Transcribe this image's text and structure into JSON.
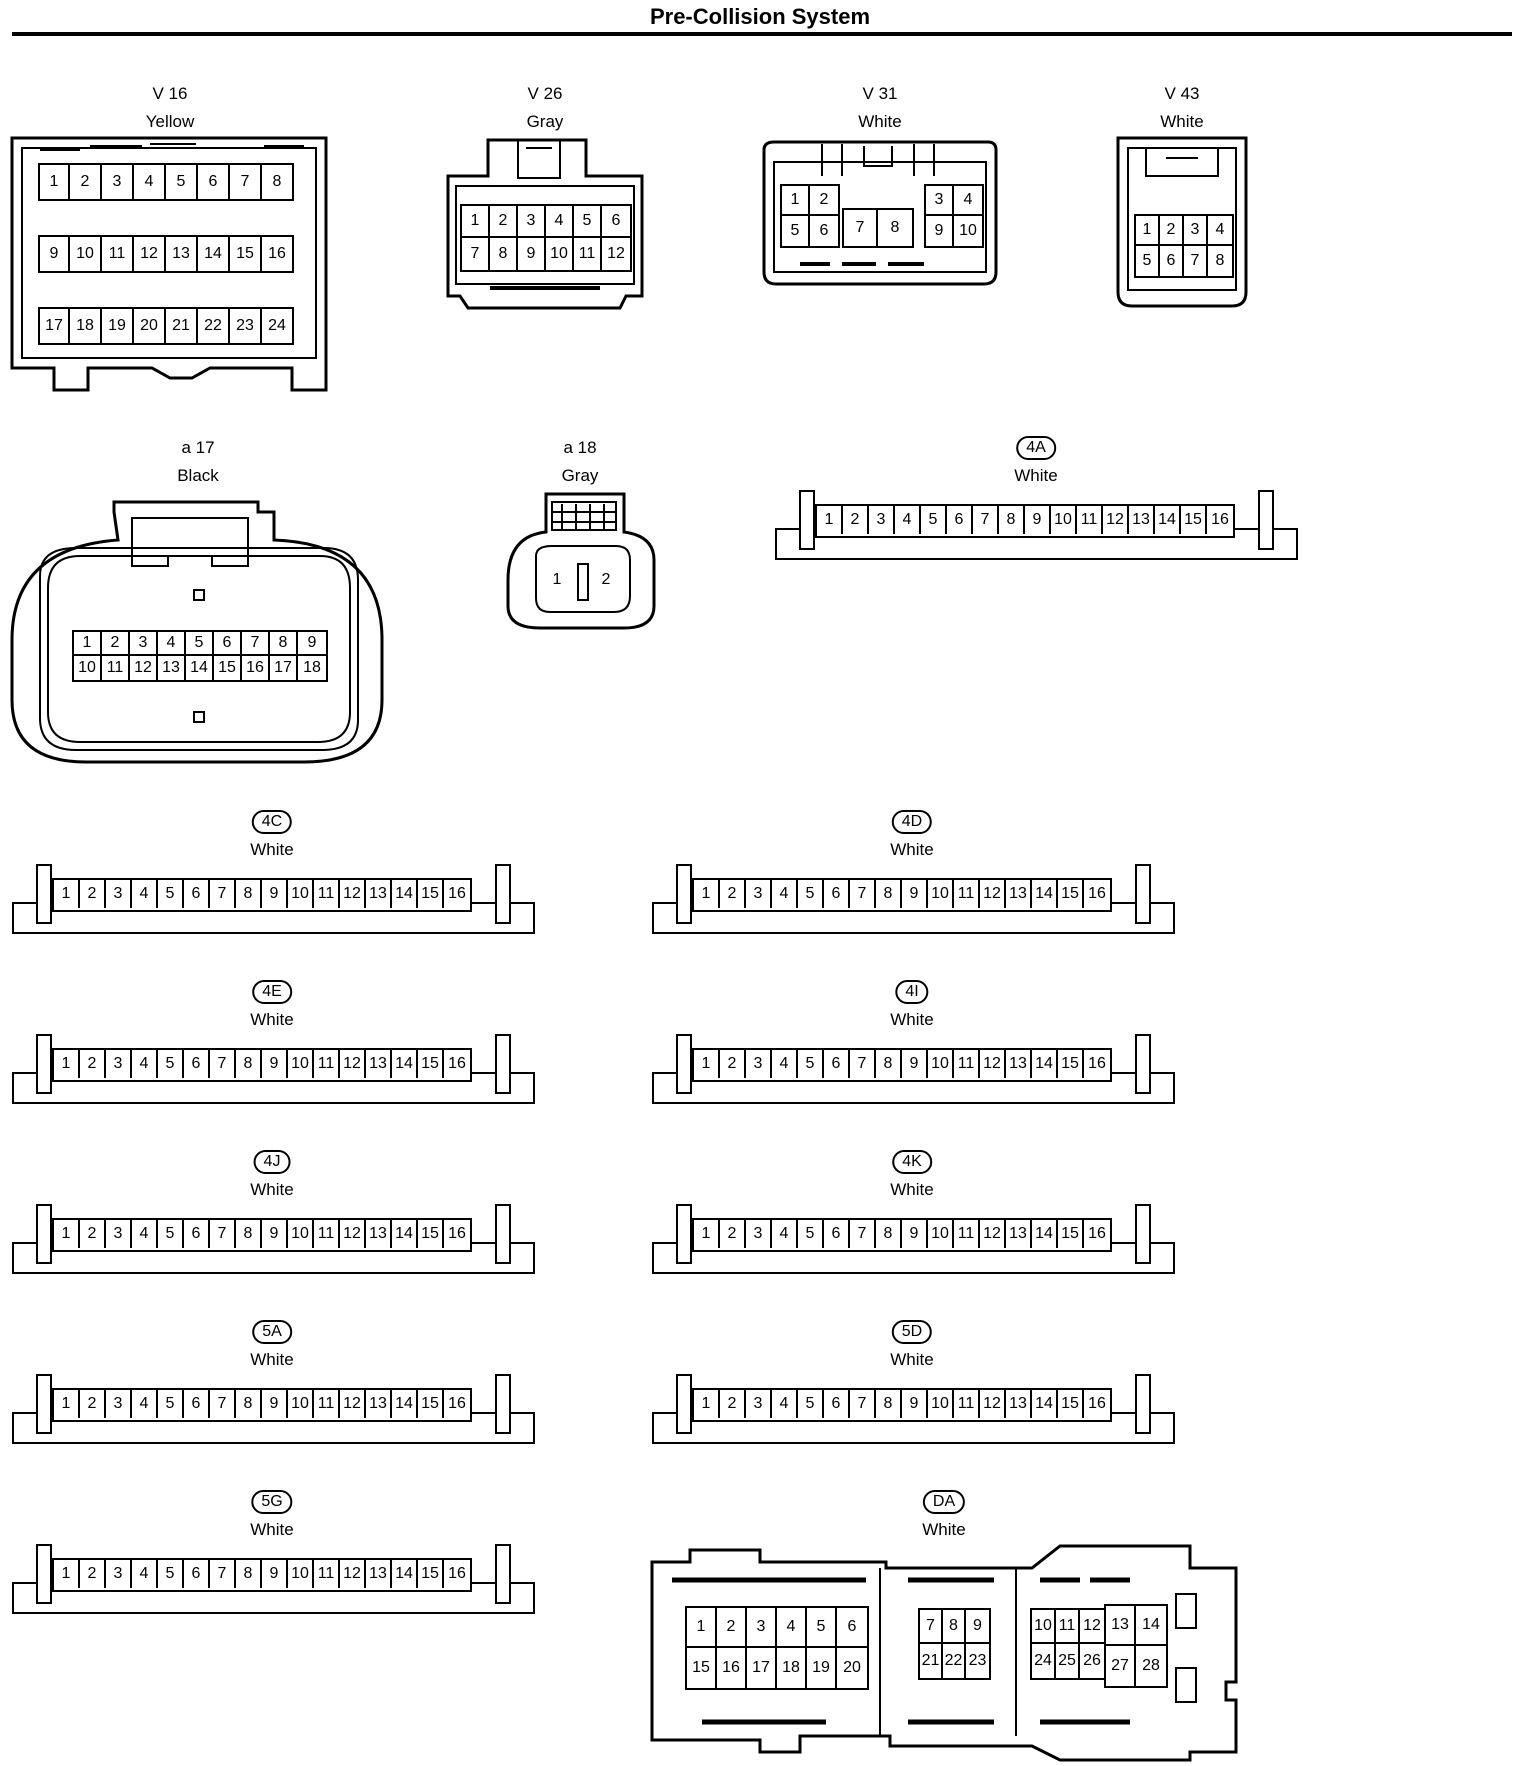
{
  "title": "Pre-Collision System",
  "connectors": {
    "v16": {
      "code": "V 16",
      "color": "Yellow",
      "rows": [
        [
          "1",
          "2",
          "3",
          "4",
          "5",
          "6",
          "7",
          "8"
        ],
        [
          "9",
          "10",
          "11",
          "12",
          "13",
          "14",
          "15",
          "16"
        ],
        [
          "17",
          "18",
          "19",
          "20",
          "21",
          "22",
          "23",
          "24"
        ]
      ]
    },
    "v26": {
      "code": "V 26",
      "color": "Gray",
      "rows": [
        [
          "1",
          "2",
          "3",
          "4",
          "5",
          "6"
        ],
        [
          "7",
          "8",
          "9",
          "10",
          "11",
          "12"
        ]
      ]
    },
    "v31": {
      "code": "V 31",
      "color": "White",
      "left": [
        [
          "1",
          "2"
        ],
        [
          "5",
          "6"
        ]
      ],
      "mid": [
        "7",
        "8"
      ],
      "right": [
        [
          "3",
          "4"
        ],
        [
          "9",
          "10"
        ]
      ]
    },
    "v43": {
      "code": "V 43",
      "color": "White",
      "rows": [
        [
          "1",
          "2",
          "3",
          "4"
        ],
        [
          "5",
          "6",
          "7",
          "8"
        ]
      ]
    },
    "a17": {
      "code": "a 17",
      "color": "Black",
      "rows": [
        [
          "1",
          "2",
          "3",
          "4",
          "5",
          "6",
          "7",
          "8",
          "9"
        ],
        [
          "10",
          "11",
          "12",
          "13",
          "14",
          "15",
          "16",
          "17",
          "18"
        ]
      ]
    },
    "a18": {
      "code": "a 18",
      "color": "Gray",
      "pins": [
        "1",
        "2"
      ]
    },
    "c4A": {
      "code": "4A",
      "color": "White"
    },
    "c4C": {
      "code": "4C",
      "color": "White"
    },
    "c4D": {
      "code": "4D",
      "color": "White"
    },
    "c4E": {
      "code": "4E",
      "color": "White"
    },
    "c4I": {
      "code": "4I",
      "color": "White"
    },
    "c4J": {
      "code": "4J",
      "color": "White"
    },
    "c4K": {
      "code": "4K",
      "color": "White"
    },
    "c5A": {
      "code": "5A",
      "color": "White"
    },
    "c5D": {
      "code": "5D",
      "color": "White"
    },
    "c5G": {
      "code": "5G",
      "color": "White"
    },
    "cDA": {
      "code": "DA",
      "color": "White",
      "block1": [
        [
          "1",
          "2",
          "3",
          "4",
          "5",
          "6"
        ],
        [
          "15",
          "16",
          "17",
          "18",
          "19",
          "20"
        ]
      ],
      "block2": [
        [
          "7",
          "8",
          "9"
        ],
        [
          "21",
          "22",
          "23"
        ]
      ],
      "block3a": [
        [
          "10",
          "11",
          "12"
        ],
        [
          "24",
          "25",
          "26"
        ]
      ],
      "block3b": [
        [
          "13",
          "14"
        ],
        [
          "27",
          "28"
        ]
      ]
    }
  },
  "strip_pins": [
    "1",
    "2",
    "3",
    "4",
    "5",
    "6",
    "7",
    "8",
    "9",
    "10",
    "11",
    "12",
    "13",
    "14",
    "15",
    "16"
  ]
}
